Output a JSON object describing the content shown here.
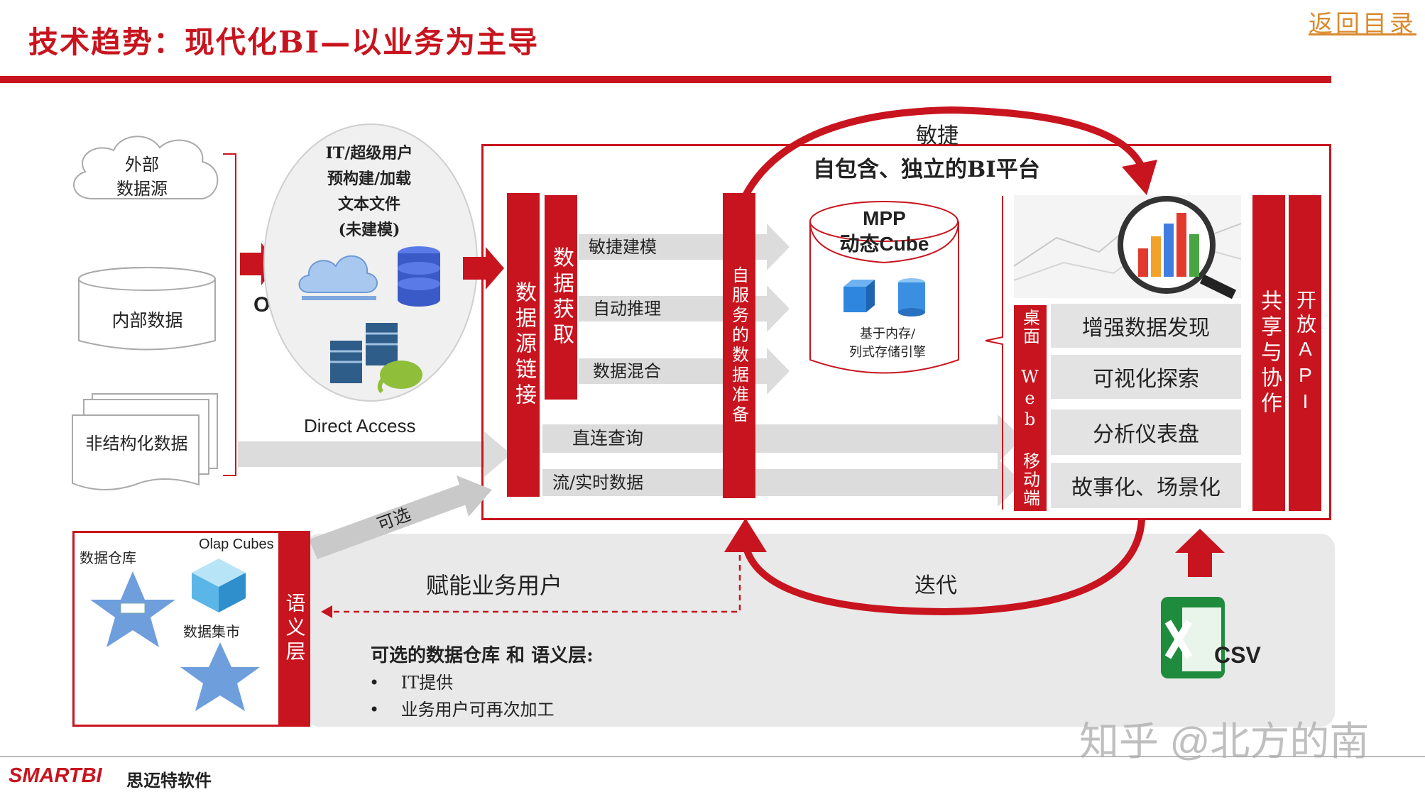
{
  "header": {
    "title": "技术趋势：现代化BI—以业务为主导",
    "back_link": "返回目录"
  },
  "sources": {
    "external": "外部\n数据源",
    "internal": "内部数据",
    "unstructured": "非结构化数据",
    "or_label": "OR"
  },
  "it_bubble": {
    "line1": "IT/超级用户",
    "line2": "预构建/加载",
    "line3": "文本文件",
    "line4": "(未建模)",
    "caption": "Direct Access"
  },
  "platform": {
    "agile": "敏捷",
    "title": "自包含、独立的BI平台",
    "source_link": "数据源链接",
    "data_acquire": "数据获取",
    "rows": [
      "敏捷建模",
      "自动推理",
      "数据混合"
    ],
    "direct_query": "直连查询",
    "stream": "流/实时数据",
    "self_service": "自服务的数据准备",
    "mpp_line1": "MPP",
    "mpp_line2": "动态Cube",
    "engine_line1": "基于内存/",
    "engine_line2": "列式存储引擎",
    "channel": "桌面 Web 移动端",
    "features": [
      "增强数据发现",
      "可视化探索",
      "分析仪表盘",
      "故事化、场景化"
    ],
    "share": "共享与协作",
    "api": "开放API"
  },
  "bottom": {
    "optional": "可选",
    "dw_label": "数据仓库",
    "olap_label": "Olap Cubes",
    "mart_label": "数据集市",
    "semantic": "语义层",
    "empower": "赋能业务用户",
    "iterate": "迭代",
    "note_title": "可选的数据仓库 和 语义层:",
    "note_items": [
      "IT提供",
      "业务用户可再次加工"
    ],
    "csv_label": "CSV"
  },
  "footer": {
    "brand": "SMARTBI",
    "company": "思迈特软件",
    "watermark": "知乎 @北方的南"
  },
  "colors": {
    "accent": "#c8141e",
    "grey": "#dcdcdc"
  },
  "icons": [
    "cloud-icon",
    "database-stack-icon",
    "server-icon",
    "hadoop-elephant-icon",
    "magnifier-chart-icon",
    "cube-icon",
    "excel-icon",
    "star-schema-icon"
  ]
}
